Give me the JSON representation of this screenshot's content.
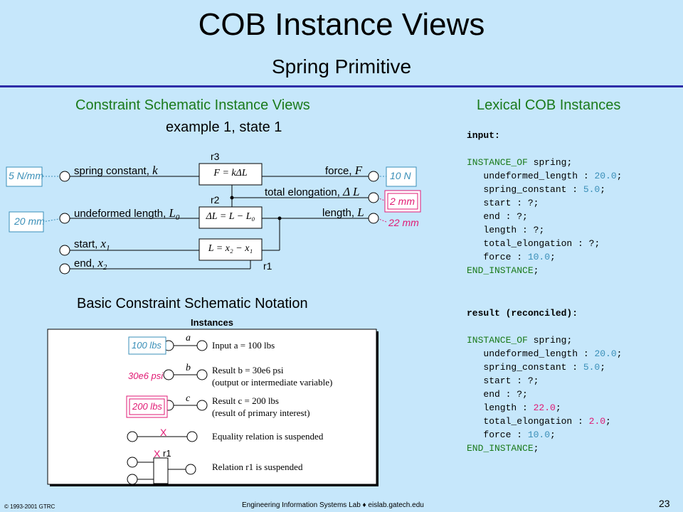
{
  "slide": {
    "title": "COB Instance Views",
    "subtitle": "Spring Primitive",
    "page_number": "23"
  },
  "left": {
    "heading": "Constraint Schematic Instance Views",
    "example_label": "example 1, state 1",
    "inputs": {
      "k_value": "5 N/mm",
      "L0_value": "20 mm"
    },
    "outputs": {
      "F_value": "10 N",
      "dL_value": "2 mm",
      "L_value": "22 mm"
    },
    "vars": {
      "k": "spring constant, ",
      "k_sym": "k",
      "L0": "undeformed length, ",
      "L0_sym": "L",
      "L0_sub": "0",
      "start": "start, ",
      "start_sym": "x",
      "start_sub": "1",
      "end": "end, ",
      "end_sym": "x",
      "end_sub": "2",
      "F": "force, ",
      "F_sym": "F",
      "dL": "total elongation, ",
      "dL_sym": "Δ L",
      "L": "length, ",
      "L_sym": "L"
    },
    "relations": {
      "r1_eq": "L = x₂ − x₁",
      "r2_eq": "ΔL = L − L₀",
      "r3_eq": "F = kΔL",
      "r1": "r1",
      "r2": "r2",
      "r3": "r3"
    }
  },
  "notation": {
    "heading": "Basic Constraint Schematic Notation",
    "instances_label": "Instances",
    "items": [
      {
        "value": "100 lbs",
        "var": "a",
        "desc": "Input a = 100 lbs"
      },
      {
        "value": "30e6 psi",
        "var": "b",
        "desc": "Result b = 30e6 psi",
        "desc2": "(output or intermediate variable)"
      },
      {
        "value": "200 lbs",
        "var": "c",
        "desc": "Result c = 200 lbs",
        "desc2": "(result of primary interest)"
      },
      {
        "mark": "X",
        "desc": "Equality relation is suspended"
      },
      {
        "mark": "X",
        "rel": "r1",
        "desc": "Relation r1 is suspended"
      }
    ]
  },
  "right": {
    "heading": "Lexical COB Instances",
    "input_header": "input:",
    "result_header": "result (reconciled):",
    "kw_instance_of": "INSTANCE_OF",
    "kw_end_instance": "END_INSTANCE",
    "class_name": "spring",
    "input_lines": [
      {
        "name": "undeformed_length",
        "value": "20.0"
      },
      {
        "name": "spring_constant",
        "value": "5.0"
      },
      {
        "name": "start",
        "value": "?"
      },
      {
        "name": "end",
        "value": "?"
      },
      {
        "name": "length",
        "value": "?"
      },
      {
        "name": "total_elongation",
        "value": "?"
      },
      {
        "name": "force",
        "value": "10.0"
      }
    ],
    "result_lines": [
      {
        "name": "undeformed_length",
        "value": "20.0"
      },
      {
        "name": "spring_constant",
        "value": "5.0"
      },
      {
        "name": "start",
        "value": "?"
      },
      {
        "name": "end",
        "value": "?"
      },
      {
        "name": "length",
        "value": "22.0"
      },
      {
        "name": "total_elongation",
        "value": "2.0"
      },
      {
        "name": "force",
        "value": "10.0"
      }
    ]
  },
  "footer": {
    "copyright": "© 1993-2001  GTRC",
    "lab": "Engineering Information Systems Lab ♦ eislab.gatech.edu"
  },
  "colors": {
    "input_blue": "#3a8fb8",
    "result_pink": "#e01a74",
    "heading_green": "#1a7a1a",
    "rule_navy": "#2d2da8"
  }
}
